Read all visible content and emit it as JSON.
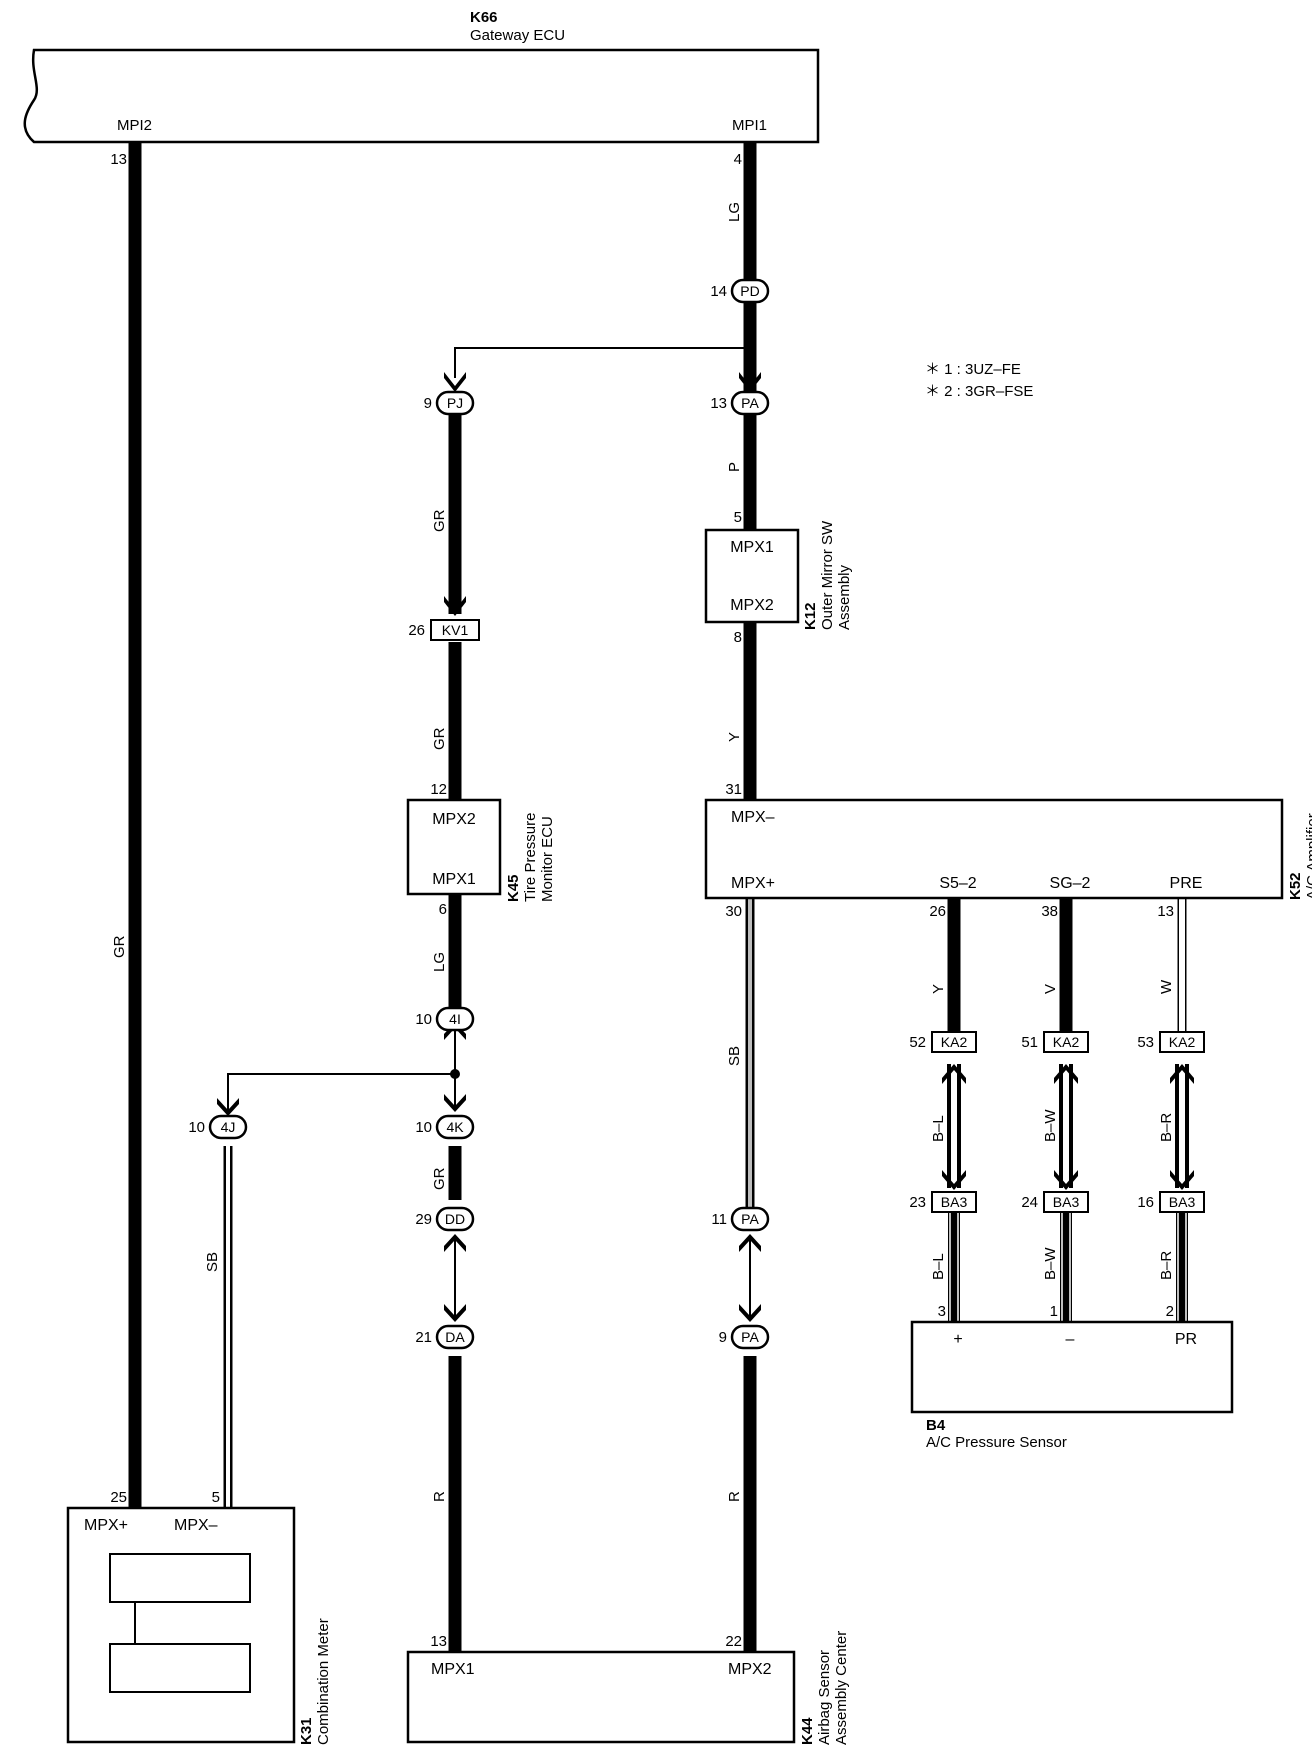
{
  "components": {
    "gateway": {
      "id": "K66",
      "name": "Gateway ECU",
      "pin_left": "MPI2",
      "pin_right": "MPI1"
    },
    "outer_mirror": {
      "id": "K12",
      "name1": "Outer Mirror SW",
      "name2": "Assembly",
      "pin_top": "MPX1",
      "pin_bottom": "MPX2"
    },
    "tpms": {
      "id": "K45",
      "name1": "Tire Pressure",
      "name2": "Monitor ECU",
      "pin_top": "MPX2",
      "pin_bottom": "MPX1"
    },
    "ac_amp": {
      "id": "K52",
      "name": "A/C Amplifier",
      "pin_mpx_minus": "MPX–",
      "pin_mpx_plus": "MPX+",
      "pin_s5": "S5–2",
      "pin_sg": "SG–2",
      "pin_pre": "PRE"
    },
    "ac_sensor": {
      "id": "B4",
      "name": "A/C Pressure Sensor",
      "pin_plus": "+",
      "pin_minus": "–",
      "pin_pr": "PR"
    },
    "combo_meter": {
      "id": "K31",
      "name": "Combination Meter",
      "pin_plus": "MPX+",
      "pin_minus": "MPX–"
    },
    "airbag": {
      "id": "K44",
      "name1": "Airbag Sensor",
      "name2": "Assembly Center",
      "pin_left": "MPX1",
      "pin_right": "MPX2"
    }
  },
  "notes": [
    "＊ 1 : 3UZ–FE",
    "＊ 2 : 3GR–FSE"
  ],
  "connectors": {
    "pd14": {
      "num": "14",
      "code": "PD"
    },
    "pj9": {
      "num": "9",
      "code": "PJ"
    },
    "pa13": {
      "num": "13",
      "code": "PA"
    },
    "kv1_26": {
      "num": "26",
      "code": "KV1"
    },
    "i4_10": {
      "num": "10",
      "code": "4I"
    },
    "j4_10": {
      "num": "10",
      "code": "4J"
    },
    "k4_10": {
      "num": "10",
      "code": "4K"
    },
    "dd29": {
      "num": "29",
      "code": "DD"
    },
    "da21": {
      "num": "21",
      "code": "DA"
    },
    "pa11": {
      "num": "11",
      "code": "PA"
    },
    "pa9": {
      "num": "9",
      "code": "PA"
    },
    "ka2_52": {
      "num": "52",
      "code": "KA2"
    },
    "ka2_51": {
      "num": "51",
      "code": "KA2"
    },
    "ka2_53": {
      "num": "53",
      "code": "KA2"
    },
    "ba3_23": {
      "num": "23",
      "code": "BA3"
    },
    "ba3_24": {
      "num": "24",
      "code": "BA3"
    },
    "ba3_16": {
      "num": "16",
      "code": "BA3"
    }
  },
  "pins": {
    "gw13": "13",
    "gw4": "4",
    "om5": "5",
    "om8": "8",
    "tp12": "12",
    "tp6": "6",
    "ac31": "31",
    "ac30": "30",
    "ac26": "26",
    "ac38": "38",
    "ac13": "13",
    "cm25": "25",
    "cm5": "5",
    "ab13": "13",
    "ab22": "22",
    "bs3": "3",
    "bs1": "1",
    "bs2": "2"
  },
  "wire_colors": {
    "gw_left": "GR",
    "lg_top": "LG",
    "p": "P",
    "gr_pj": "GR",
    "gr_kv1": "GR",
    "y_mirror": "Y",
    "lg_tpms": "LG",
    "sb_ac": "SB",
    "sb_meter": "SB",
    "gr_4k": "GR",
    "r_left": "R",
    "r_right": "R",
    "y_s5": "Y",
    "v_sg": "V",
    "w_pre": "W",
    "bl1": "B–L",
    "bw1": "B–W",
    "br1": "B–R",
    "bl2": "B–L",
    "bw2": "B–W",
    "br2": "B–R"
  }
}
